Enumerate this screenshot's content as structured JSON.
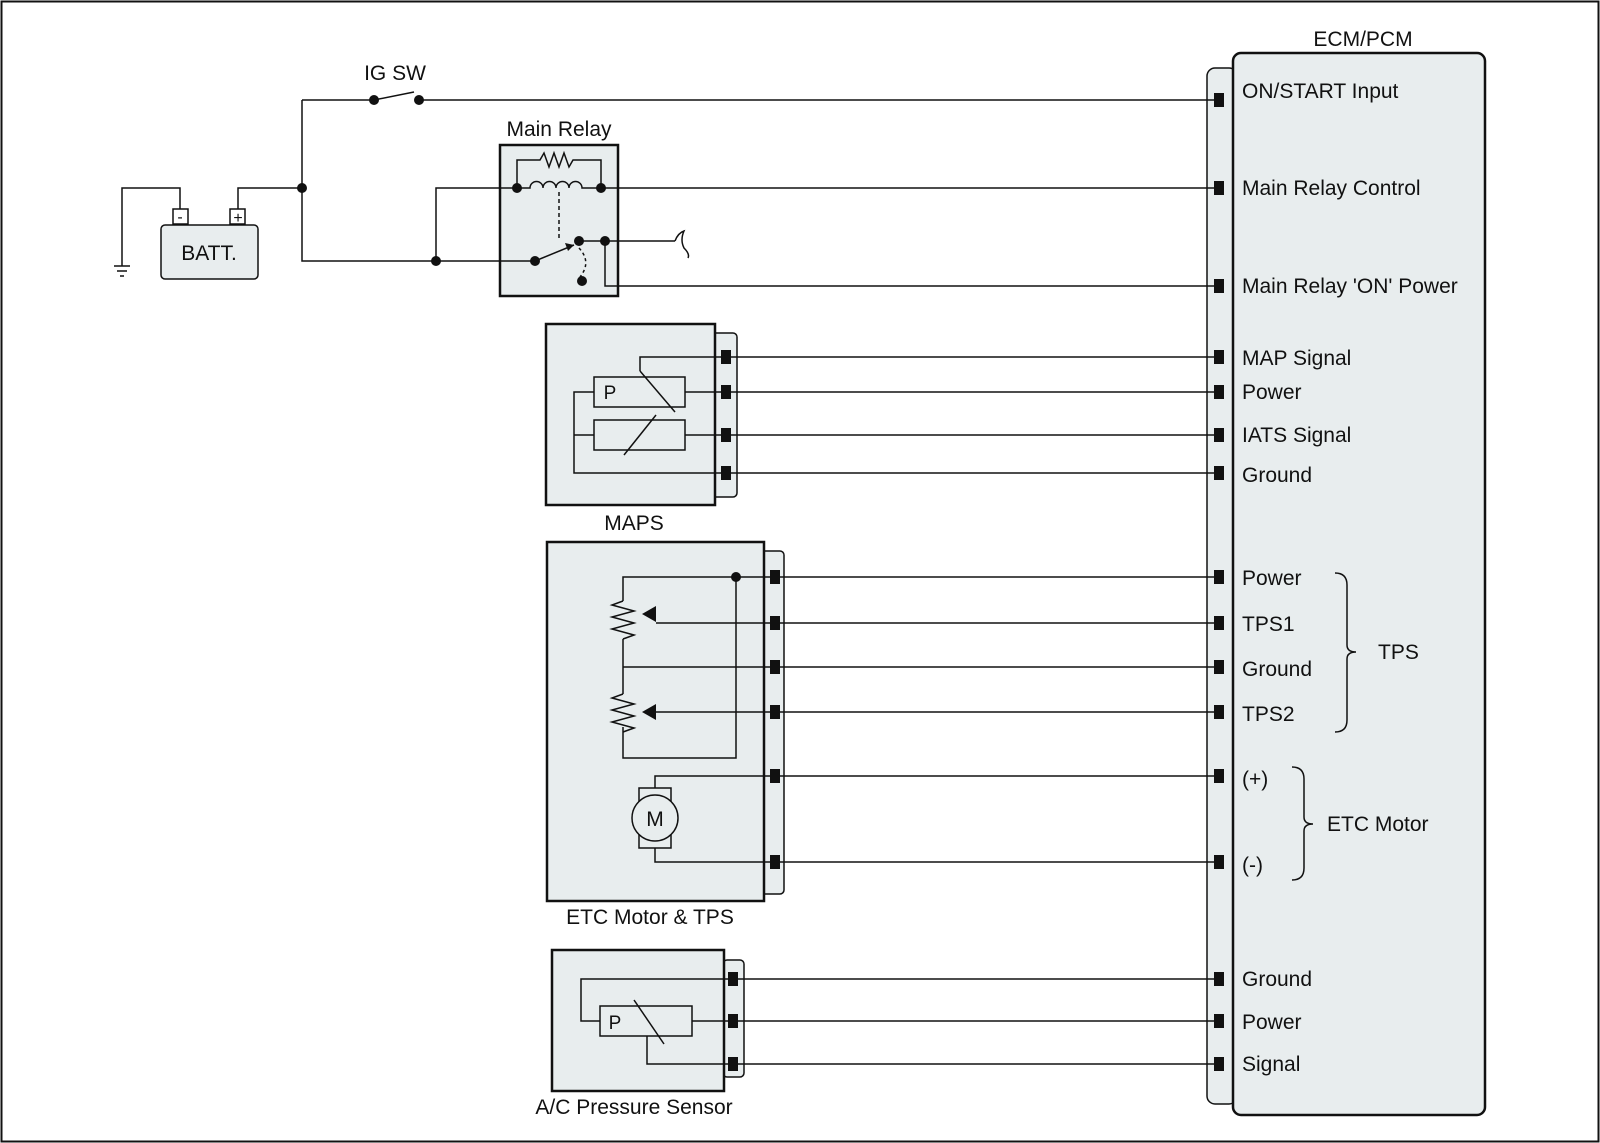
{
  "colors": {
    "component_fill": "#e8edee",
    "line": "#111111",
    "background": "#ffffff"
  },
  "labels": {
    "ig_switch": "IG SW",
    "main_relay": "Main Relay",
    "battery": "BATT.",
    "battery_neg": "-",
    "battery_pos": "+",
    "ecm": "ECM/PCM",
    "maps": "MAPS",
    "etc": "ETC Motor & TPS",
    "ac_sensor": "A/C Pressure Sensor",
    "maps_p": "P",
    "ac_p": "P",
    "motor": "M"
  },
  "ecm_pins": {
    "on_start_input": "ON/START Input",
    "main_relay_control": "Main Relay Control",
    "main_relay_on_power": "Main Relay 'ON' Power",
    "map_signal": "MAP Signal",
    "maps_power": "Power",
    "iats_signal": "IATS Signal",
    "maps_ground": "Ground",
    "tps_power": "Power",
    "tps1": "TPS1",
    "tps_ground": "Ground",
    "tps2": "TPS2",
    "motor_plus": "(+)",
    "motor_minus": "(-)",
    "ac_ground": "Ground",
    "ac_power": "Power",
    "ac_signal": "Signal"
  },
  "groups": {
    "tps": "TPS",
    "etc_motor": "ETC Motor"
  }
}
